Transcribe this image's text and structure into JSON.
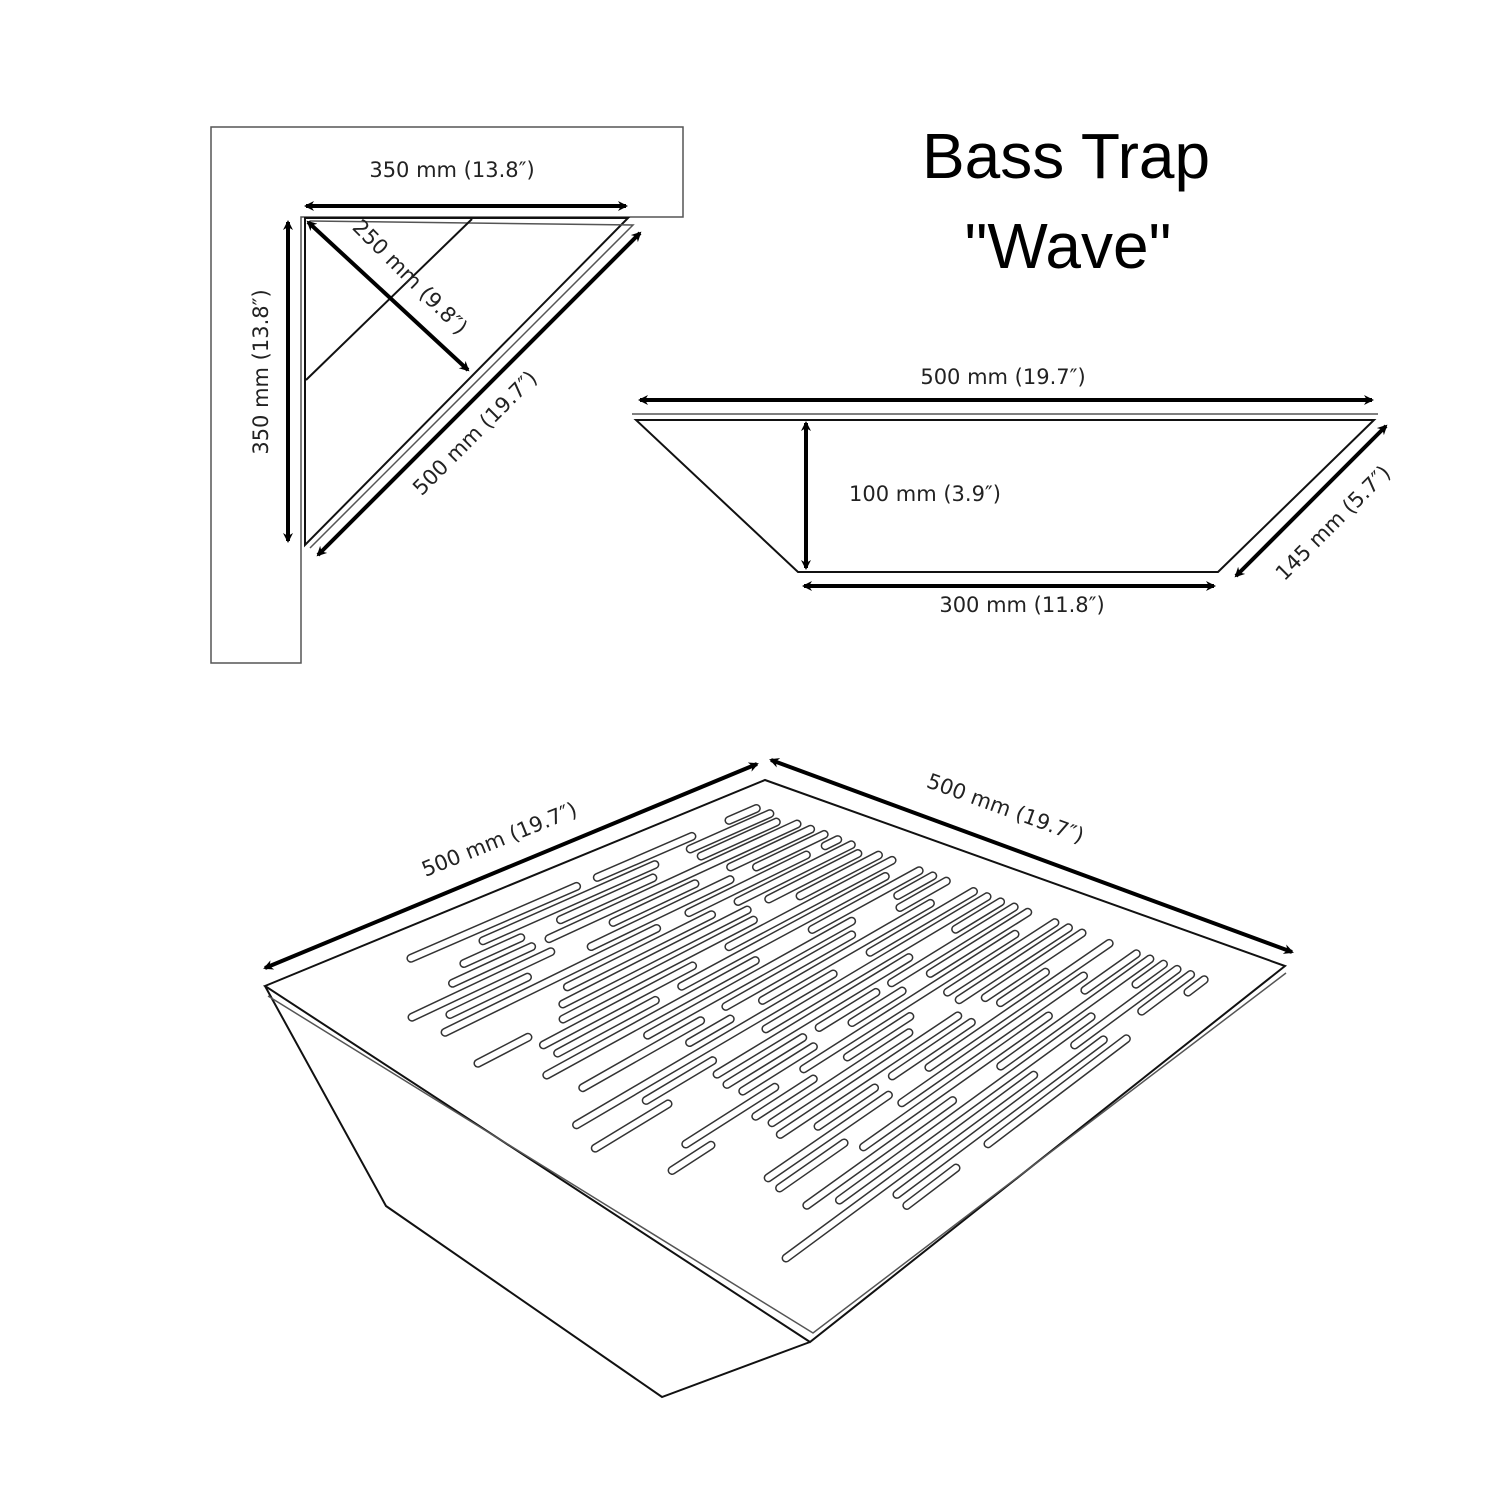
{
  "title": {
    "line1": "Bass Trap",
    "line2": "\"Wave\""
  },
  "top_view": {
    "top_width": "350 mm (13.8″)",
    "side_height": "350 mm (13.8″)",
    "depth": "250 mm (9.8″)",
    "front_width": "500 mm (19.7″)"
  },
  "side_view": {
    "top_width": "500 mm (19.7″)",
    "height": "100 mm (3.9″)",
    "bottom_width": "300 mm (11.8″)",
    "slant": "145 mm (5.7″)"
  },
  "iso_view": {
    "left_edge": "500 mm (19.7″)",
    "right_edge": "500 mm (19.7″)"
  },
  "colors": {
    "line": "#111111",
    "background": "#ffffff"
  }
}
